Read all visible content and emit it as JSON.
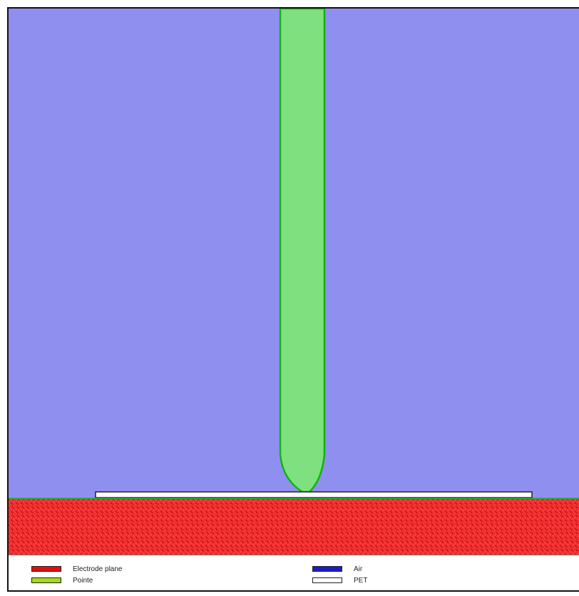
{
  "colors": {
    "air_fill": "#8f8ff0",
    "air_line": "#1e24e6",
    "electrode_fill": "#f54040",
    "electrode_line": "#d40000",
    "pointe_fill": "#7fe07f",
    "pointe_line": "#12b312",
    "pet_fill": "#ffffff",
    "pet_line": "#222222"
  },
  "legend": [
    {
      "label": "Electrode plane",
      "color": "#e01010",
      "icon": "red-swatch"
    },
    {
      "label": "Pointe",
      "color": "#a6d91e",
      "icon": "yellow-green-swatch"
    },
    {
      "label": "Air",
      "color": "#1c1ccc",
      "icon": "blue-swatch"
    },
    {
      "label": "PET",
      "color": "#ffffff",
      "icon": "white-swatch"
    }
  ]
}
